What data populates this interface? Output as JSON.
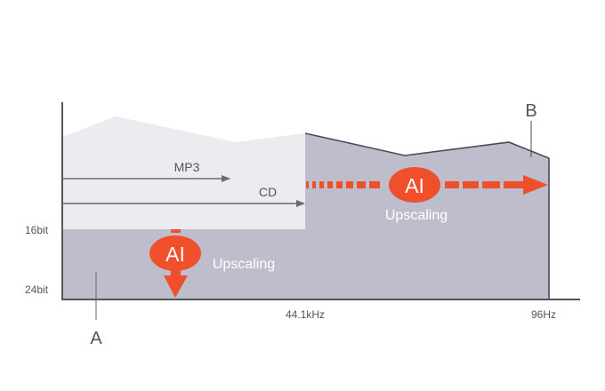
{
  "diagram": {
    "y_labels": {
      "bit16": "16bit",
      "bit24": "24bit"
    },
    "x_labels": {
      "freq_44": "44.1kHz",
      "freq_96": "96Hz"
    },
    "arrows": {
      "mp3": "MP3",
      "cd": "CD"
    },
    "badges": {
      "horizontal": {
        "text": "AI",
        "caption": "Upscaling"
      },
      "vertical": {
        "text": "AI",
        "caption": "Upscaling"
      }
    },
    "callouts": {
      "a": "A",
      "b": "B"
    }
  },
  "colors": {
    "accent": "#ef4f2a",
    "dark_region": "#bebdcc",
    "light_region": "#ebebf0",
    "outline": "#4a4a5a",
    "axis": "#555555",
    "caption": "#ffffff"
  }
}
